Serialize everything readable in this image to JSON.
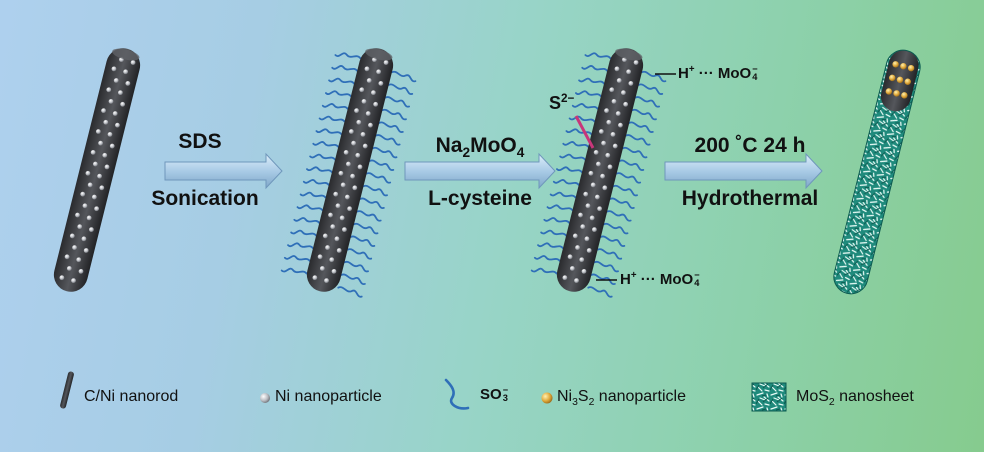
{
  "steps": [
    {
      "top": "SDS",
      "bottom": "Sonication"
    },
    {
      "top_base": "Na",
      "top_sub1": "2",
      "top_mid": "MoO",
      "top_sub2": "4",
      "bottom": "L-cysteine"
    },
    {
      "top": "200 ˚C  24 h",
      "bottom": "Hydrothermal"
    }
  ],
  "annotations": {
    "sulfide_base": "S",
    "sulfide_sup": "2−",
    "proton_base": "H",
    "proton_sup": "+",
    "dots": "···",
    "molybdate_base": "MoO",
    "molybdate_sup": "−",
    "molybdate_sub": "4"
  },
  "legend": {
    "nanorod": "C/Ni nanorod",
    "ni_particle": "Ni nanoparticle",
    "sulfonate_base": "SO",
    "sulfonate_sup": "−",
    "sulfonate_sub": "3",
    "ni3s2_a": "Ni",
    "ni3s2_sub1": "3",
    "ni3s2_b": "S",
    "ni3s2_sub2": "2",
    "ni3s2_c": " nanoparticle",
    "mos2_a": "MoS",
    "mos2_sub": "2",
    "mos2_b": " nanosheet"
  },
  "colors": {
    "rod": "#3a3c40",
    "ni_dot": "#b9bcc2",
    "sulfonate_chain": "#2f6fb8",
    "arrow": "#a9cbe6",
    "sulfide_pointer": "#c8367a",
    "ni3s2_dot": "#e0a83a",
    "mos2_sheet": "#1f8a7c"
  }
}
